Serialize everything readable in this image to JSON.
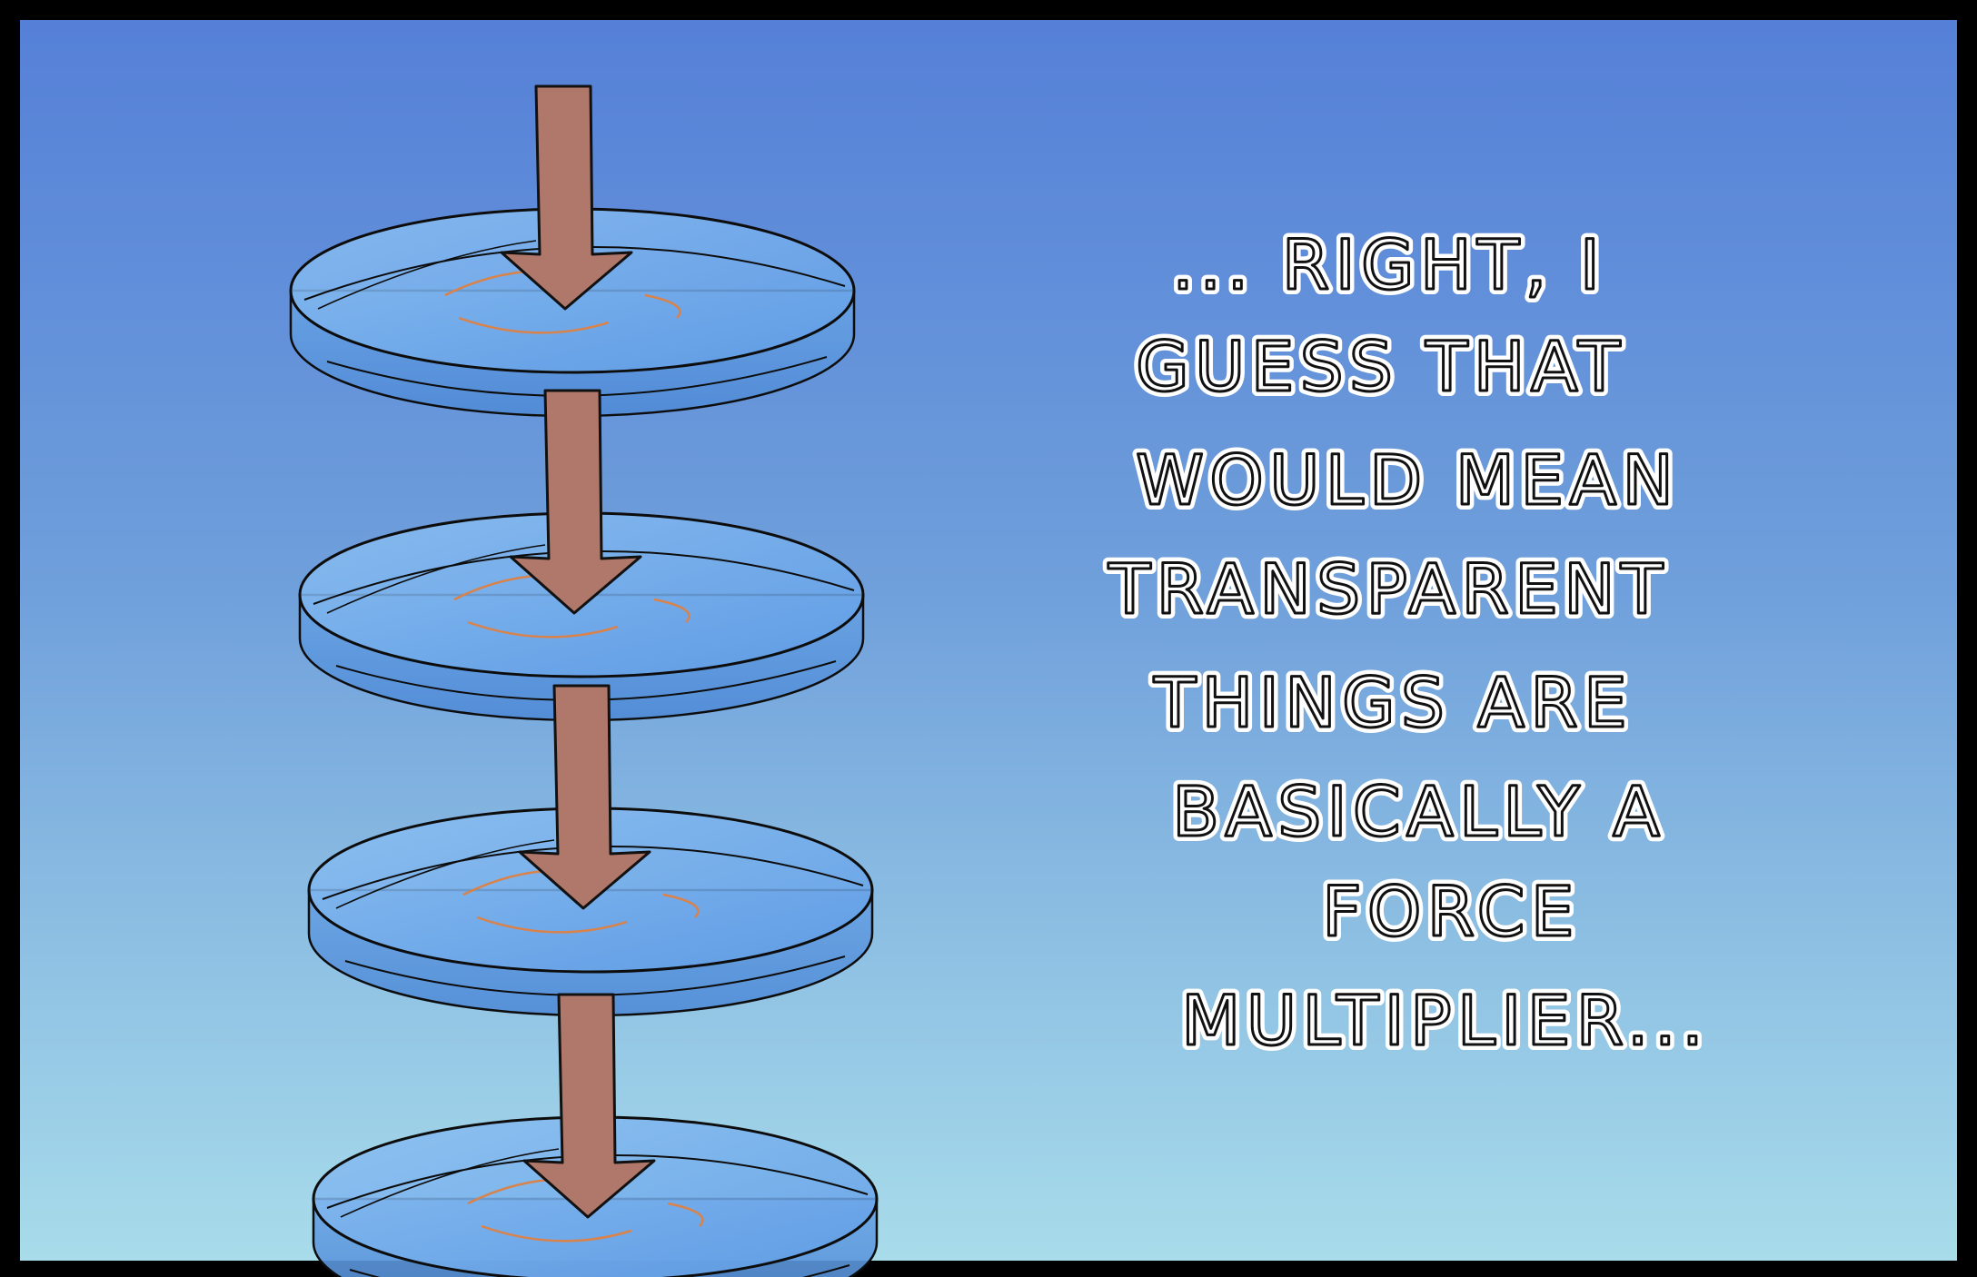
{
  "comic": {
    "caption_lines": [
      "... RIGHT, I",
      "GUESS THAT",
      "WOULD MEAN",
      "TRANSPARENT",
      "THINGS ARE",
      "BASICALLY A",
      "FORCE",
      "MULTIPLIER..."
    ],
    "disc_count": 4,
    "colors": {
      "border": "#000000",
      "sky_top": "#5580d8",
      "sky_bottom": "#a6d8ea",
      "disc_fill": "#7fb8ee",
      "arrow_fill": "#b0786a",
      "ripple": "#d9824a"
    },
    "icons": [
      "down-arrow-icon"
    ]
  }
}
